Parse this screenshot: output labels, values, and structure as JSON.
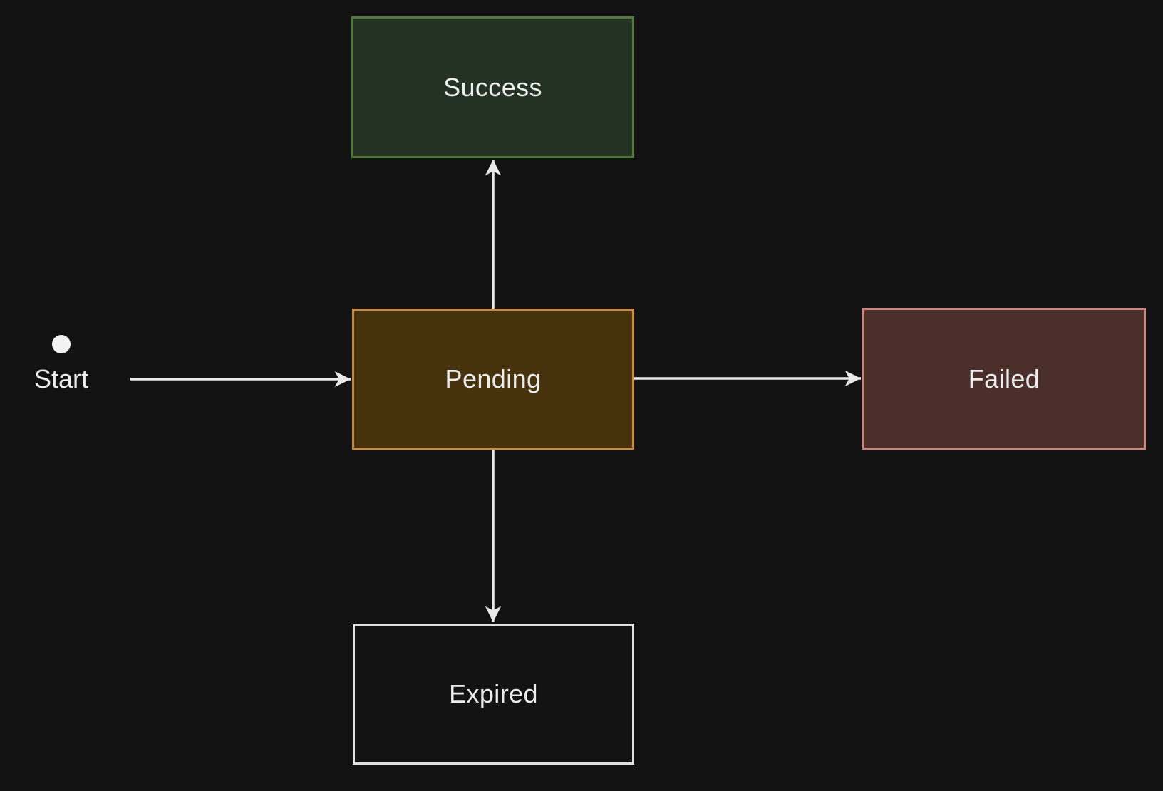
{
  "diagram": {
    "type": "state-diagram",
    "background_color": "#121212",
    "arrow_color": "#e9e9e9",
    "text_color": "#ececec",
    "start": {
      "label": "Start",
      "dot_color": "#f2f2f2"
    },
    "nodes": [
      {
        "id": "success",
        "label": "Success",
        "fill": "#243223",
        "border": "#517a39"
      },
      {
        "id": "pending",
        "label": "Pending",
        "fill": "#47320e",
        "border": "#c98a42"
      },
      {
        "id": "failed",
        "label": "Failed",
        "fill": "#4a2f2b",
        "border": "#cd857e"
      },
      {
        "id": "expired",
        "label": "Expired",
        "fill": "#131313",
        "border": "#dfdfdf"
      }
    ],
    "edges": [
      {
        "from": "Start",
        "to": "Pending"
      },
      {
        "from": "Pending",
        "to": "Success"
      },
      {
        "from": "Pending",
        "to": "Failed"
      },
      {
        "from": "Pending",
        "to": "Expired"
      }
    ]
  }
}
